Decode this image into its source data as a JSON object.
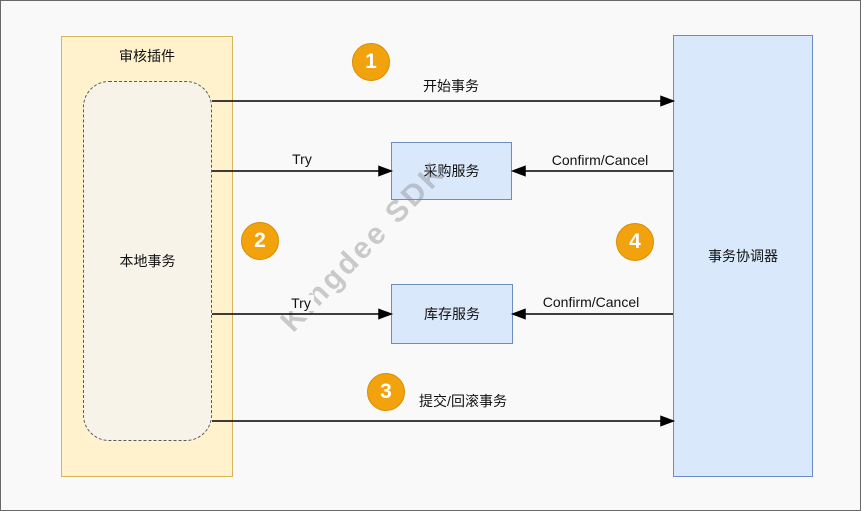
{
  "diagram": {
    "watermark": "Kingdee SDK",
    "nodes": {
      "audit_plugin": {
        "label": "审核插件"
      },
      "local_transaction": {
        "label": "本地事务"
      },
      "purchase_service": {
        "label": "采购服务"
      },
      "inventory_service": {
        "label": "库存服务"
      },
      "coordinator": {
        "label": "事务协调器"
      }
    },
    "edges": {
      "start_transaction": {
        "label": "开始事务",
        "from": "local_transaction",
        "to": "coordinator"
      },
      "try_purchase": {
        "label": "Try",
        "from": "local_transaction",
        "to": "purchase_service"
      },
      "confirm_cancel_purchase": {
        "label": "Confirm/Cancel",
        "from": "coordinator",
        "to": "purchase_service"
      },
      "try_inventory": {
        "label": "Try",
        "from": "local_transaction",
        "to": "inventory_service"
      },
      "confirm_cancel_inventory": {
        "label": "Confirm/Cancel",
        "from": "coordinator",
        "to": "inventory_service"
      },
      "commit_rollback": {
        "label": "提交/回滚事务",
        "from": "local_transaction",
        "to": "coordinator"
      }
    },
    "steps": {
      "step1": "1",
      "step2": "2",
      "step3": "3",
      "step4": "4"
    },
    "colors": {
      "canvas_background": "#f9f9f9",
      "canvas_border": "#686868",
      "yellow_fill": "#FFF2CC",
      "yellow_border": "#D6B656",
      "dashed_fill": "#F7F3E8",
      "dashed_border": "#595959",
      "blue_fill": "#DAE8FC",
      "blue_border": "#6C8EBF",
      "badge_fill": "#F2A20D",
      "badge_border": "#D68F00",
      "arrow_color": "#000000"
    }
  }
}
